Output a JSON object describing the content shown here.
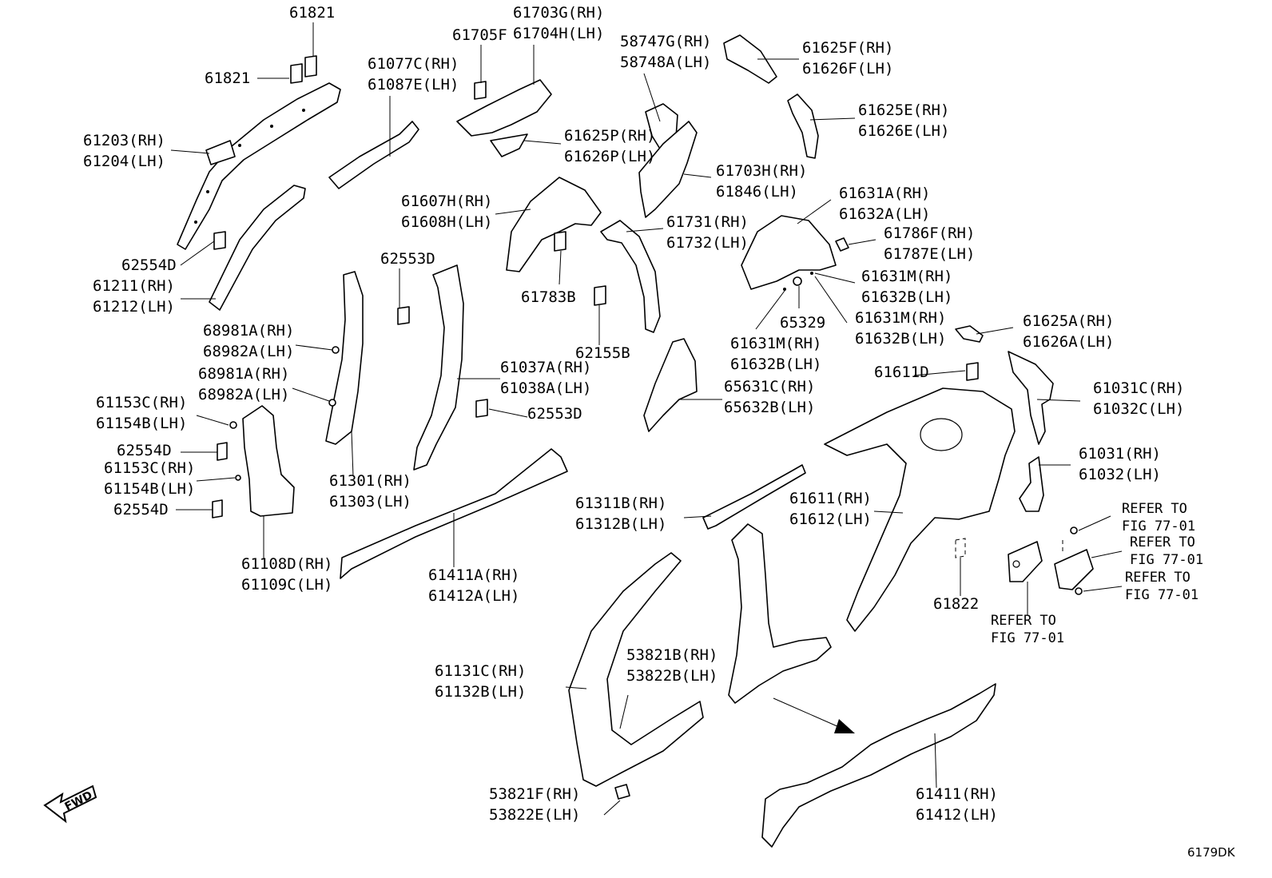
{
  "diagram_code": "6179DK",
  "fwd_label": "FWD",
  "labels": {
    "l61821a": "61821",
    "l61821b": "61821",
    "l61203": "61203(RH)",
    "l61204": "61204(LH)",
    "l62554d_1": "62554D",
    "l61211": "61211(RH)",
    "l61212": "61212(LH)",
    "l61077c": "61077C(RH)",
    "l61087e": "61087E(LH)",
    "l61705f": "61705F",
    "l61703g": "61703G(RH)",
    "l61704h": "61704H(LH)",
    "l61625p": "61625P(RH)",
    "l61626p": "61626P(LH)",
    "l58747g": "58747G(RH)",
    "l58748a": "58748A(LH)",
    "l61625f": "61625F(RH)",
    "l61626f": "61626F(LH)",
    "l61625e": "61625E(RH)",
    "l61626e": "61626E(LH)",
    "l61703h": "61703H(RH)",
    "l61846": "61846(LH)",
    "l61607h": "61607H(RH)",
    "l61608h": "61608H(LH)",
    "l61731": "61731(RH)",
    "l61732": "61732(LH)",
    "l61783b": "61783B",
    "l62155b": "62155B",
    "l61631a": "61631A(RH)",
    "l61632a": "61632A(LH)",
    "l61786f": "61786F(RH)",
    "l61787e": "61787E(LH)",
    "l61631m_1": "61631M(RH)",
    "l61632b_1": "61632B(LH)",
    "l65329": "65329",
    "l61631m_2": "61631M(RH)",
    "l61632b_2": "61632B(LH)",
    "l61631m_3": "61631M(RH)",
    "l61632b_3": "61632B(LH)",
    "l61625a": "61625A(RH)",
    "l61626a": "61626A(LH)",
    "l62553d_1": "62553D",
    "l68981a_1": "68981A(RH)",
    "l68982a_1": "68982A(LH)",
    "l68981a_2": "68981A(RH)",
    "l68982a_2": "68982A(LH)",
    "l61037a": "61037A(RH)",
    "l61038a": "61038A(LH)",
    "l62553d_2": "62553D",
    "l65631c": "65631C(RH)",
    "l65632b": "65632B(LH)",
    "l61611d": "61611D",
    "l61031c": "61031C(RH)",
    "l61032c": "61032C(LH)",
    "l61153c_1": "61153C(RH)",
    "l61154b_1": "61154B(LH)",
    "l62554d_2": "62554D",
    "l61153c_2": "61153C(RH)",
    "l61154b_2": "61154B(LH)",
    "l62554d_3": "62554D",
    "l61301": "61301(RH)",
    "l61303": "61303(LH)",
    "l61031": "61031(RH)",
    "l61032": "61032(LH)",
    "l61311b": "61311B(RH)",
    "l61312b": "61312B(LH)",
    "l61611": "61611(RH)",
    "l61612": "61612(LH)",
    "l61108d": "61108D(RH)",
    "l61109c": "61109C(LH)",
    "l61411a": "61411A(RH)",
    "l61412a": "61412A(LH)",
    "l61822": "61822",
    "l61131c": "61131C(RH)",
    "l61132b": "61132B(LH)",
    "l53821b": "53821B(RH)",
    "l53822b": "53822B(LH)",
    "l53821f": "53821F(RH)",
    "l53822e": "53822E(LH)",
    "l61411": "61411(RH)",
    "l61412": "61412(LH)"
  },
  "refer_notes": {
    "r1a": "REFER TO",
    "r1b": "FIG 77-01",
    "r2a": "REFER TO",
    "r2b": "FIG 77-01",
    "r3a": "REFER TO",
    "r3b": "FIG 77-01",
    "r4a": "REFER TO",
    "r4b": "FIG 77-01"
  }
}
